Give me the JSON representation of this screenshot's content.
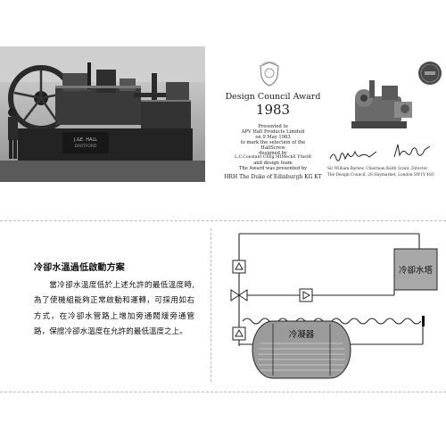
{
  "certificate": {
    "award_title": "Design Council Award",
    "year": "1983",
    "lines": [
      "Presented to",
      "APV Hall Products Limited",
      "on 9 May 1983",
      "to mark the selection of the",
      "HallScrew",
      "designed by",
      "L.C.Constant  CEng MIMechE FInstR",
      "and design team",
      "The Award was presented by"
    ],
    "presenter": "HRH The Duke of Edinburgh KG KT",
    "signatory_caption": "Sir William Barlow, Chairman    Keith Grant, Director",
    "address": "The Design Council, 28 Haymarket, London SW1Y 4SU"
  },
  "section": {
    "title": "冷卻水溫過低啟動方案",
    "body": "當冷卻水溫度低於上述允許的最低溫度時,為了使機組能夠正常啟動和運轉，可採用如右方式，在冷卻水管路上增加旁通閥緩旁通管路，保證冷卻水溫度在允許的最低溫度之上。"
  },
  "diagram": {
    "cooling_tower_label": "冷卻水塔",
    "condenser_label": "冷凝器"
  }
}
